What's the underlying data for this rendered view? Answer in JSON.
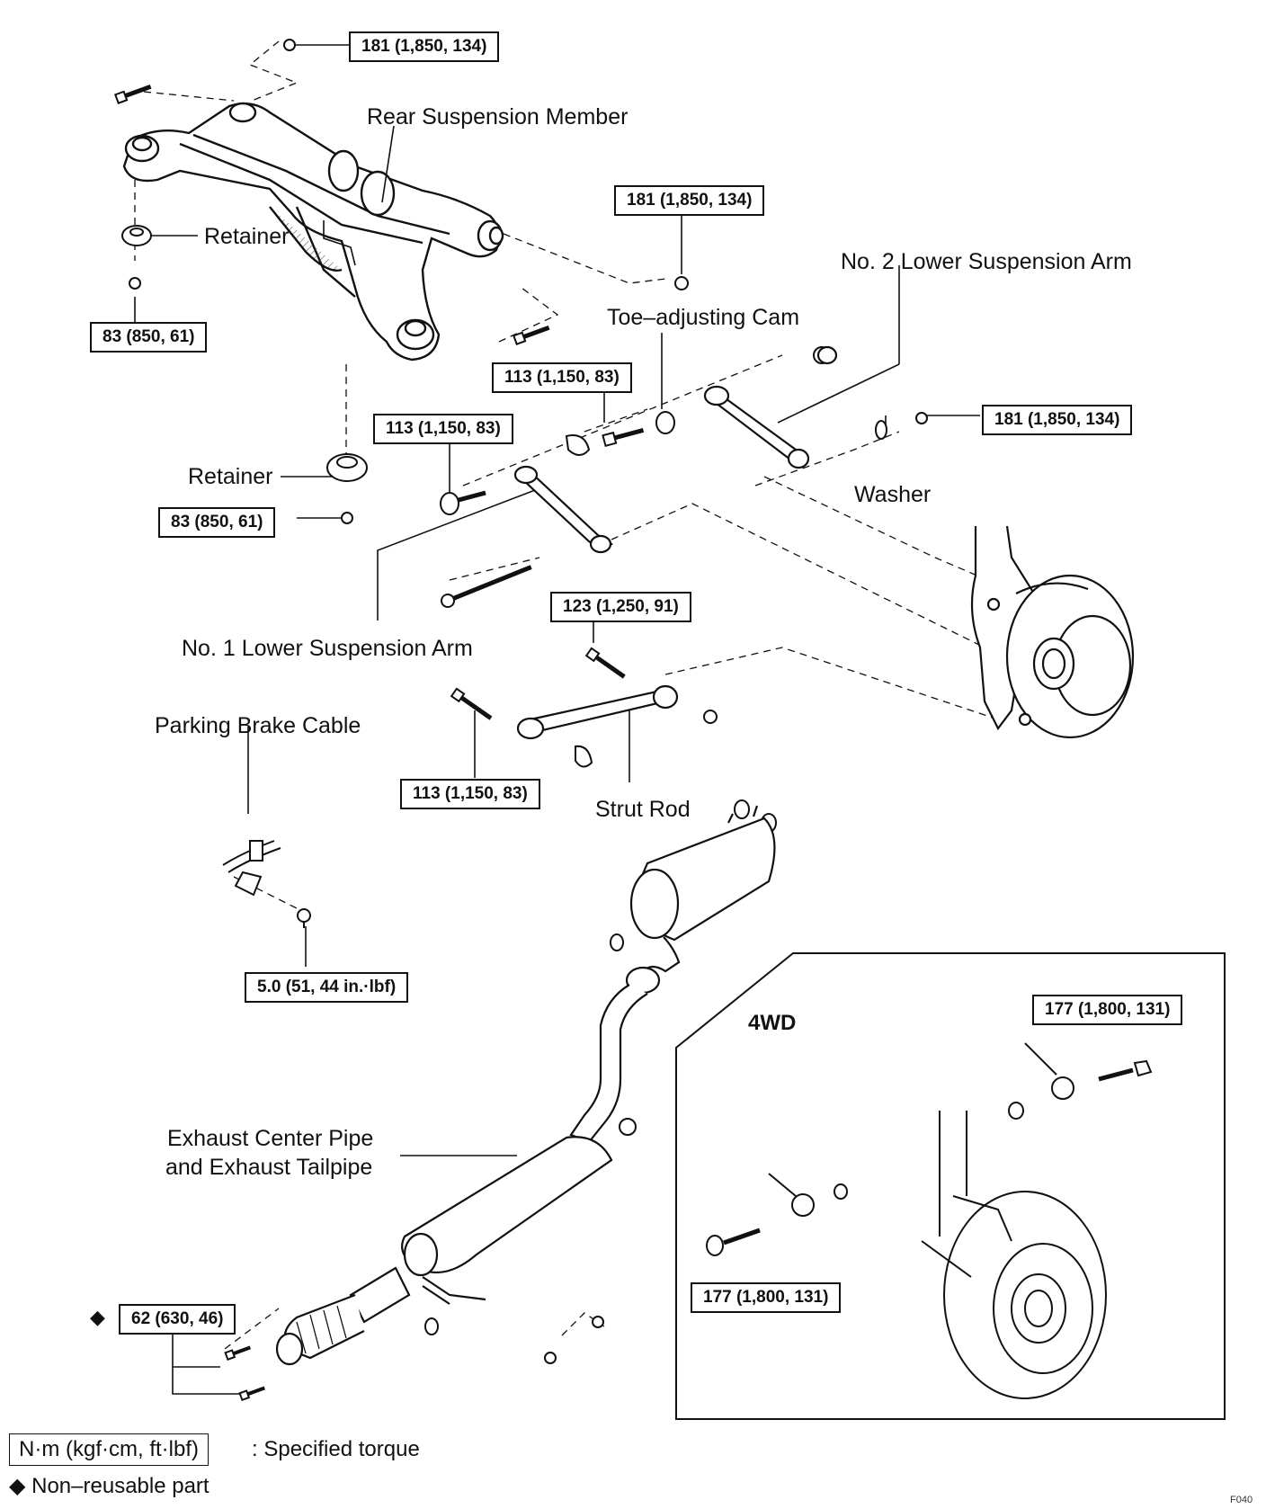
{
  "labels": {
    "rear_suspension_member": "Rear Suspension Member",
    "retainer_top": "Retainer",
    "retainer_bottom": "Retainer",
    "no2_lower_arm": "No. 2 Lower Suspension Arm",
    "toe_cam": "Toe–adjusting Cam",
    "washer": "Washer",
    "no1_lower_arm": "No. 1 Lower Suspension Arm",
    "parking_brake_cable": "Parking Brake Cable",
    "strut_rod": "Strut Rod",
    "exhaust_line1": "Exhaust Center Pipe",
    "exhaust_line2": "and Exhaust Tailpipe",
    "inset_title": "4WD"
  },
  "torques": {
    "t_top": "181 (1,850, 134)",
    "t_member_nut": "181 (1,850, 134)",
    "t_retainer_top": "83 (850, 61)",
    "t_cam_bolt": "113 (1,150, 83)",
    "t_no1_bolt": "113 (1,150, 83)",
    "t_washer_nut": "181 (1,850, 134)",
    "t_retainer_bottom": "83 (850, 61)",
    "t_strut_upper": "123 (1,250, 91)",
    "t_strut_lower": "113 (1,150, 83)",
    "t_parking": "5.0 (51, 44 in.·lbf)",
    "t_4wd_upper": "177 (1,800, 131)",
    "t_4wd_lower": "177 (1,800, 131)",
    "t_exhaust": "62 (630, 46)"
  },
  "legend": {
    "box": "N·m (kgf·cm, ft·lbf)",
    "box_text": ": Specified torque",
    "diamond": "◆",
    "nonreusable": "◆ Non–reusable part"
  },
  "figure_code": "F040"
}
